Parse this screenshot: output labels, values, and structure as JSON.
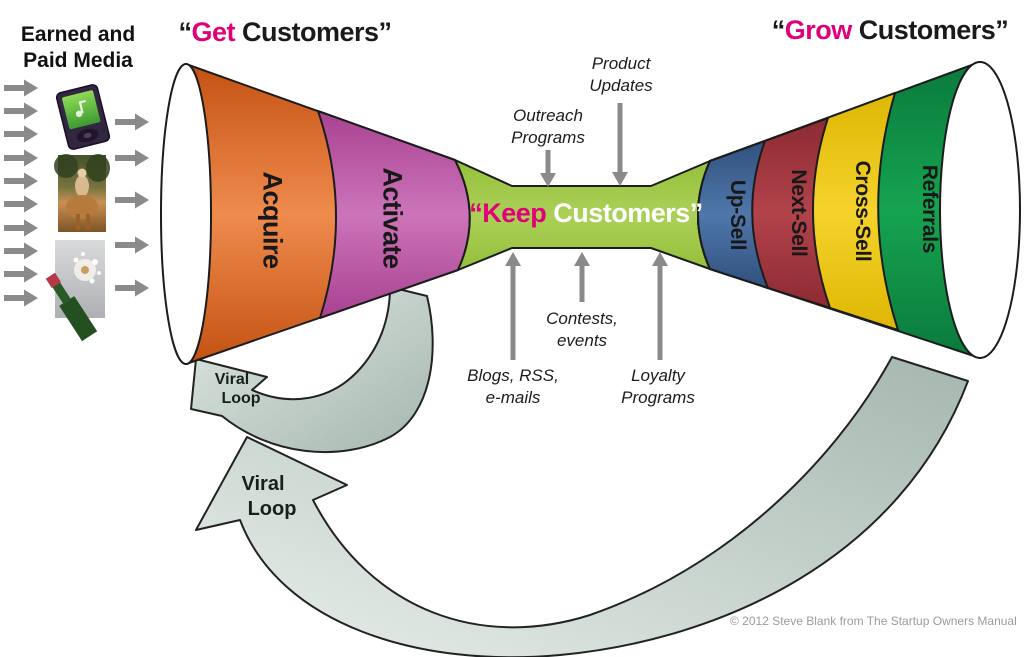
{
  "header": {
    "media_heading": {
      "line1": "Earned and",
      "line2": "Paid Media"
    },
    "get_title": {
      "open": "“",
      "highlight": "Get",
      "rest": " Customers”"
    },
    "grow_title": {
      "open": "“",
      "highlight": "Grow",
      "rest": " Customers”"
    },
    "keep_title": {
      "highlight": "“Keep",
      "rest": " Customers”"
    }
  },
  "funnel": {
    "left_segments": [
      {
        "label": "Acquire",
        "color": "#d9671f"
      },
      {
        "label": "Activate",
        "color": "#c263ae"
      }
    ],
    "center_band_color": "#a8cd52",
    "right_segments": [
      {
        "label": "Up-Sell",
        "color": "#44699c"
      },
      {
        "label": "Next-Sell",
        "color": "#a53640"
      },
      {
        "label": "Cross-Sell",
        "color": "#eecb1a"
      },
      {
        "label": "Referrals",
        "color": "#13954a"
      }
    ]
  },
  "annotations": {
    "top": [
      {
        "line1": "Outreach",
        "line2": "Programs"
      },
      {
        "line1": "Product",
        "line2": "Updates"
      }
    ],
    "bottom": [
      {
        "line1": "Blogs, RSS,",
        "line2": "e-mails"
      },
      {
        "line1": "Contests,",
        "line2": "events"
      },
      {
        "line1": "Loyalty",
        "line2": "Programs"
      }
    ]
  },
  "viral_loops": [
    {
      "line1": "Viral",
      "line2": "Loop"
    },
    {
      "line1": "Viral",
      "line2": "Loop"
    }
  ],
  "media_images": [
    "music-player",
    "horse-rider-photo",
    "champagne-photo"
  ],
  "footer": {
    "copyright": "© 2012 Steve Blank from The Startup Owners Manual"
  },
  "colors": {
    "accent_magenta": "#e0007a",
    "arrow_gray": "#8a8a8a",
    "ribbon_gray": "#c3d0c9",
    "keep_text_white": "#ffffff"
  }
}
